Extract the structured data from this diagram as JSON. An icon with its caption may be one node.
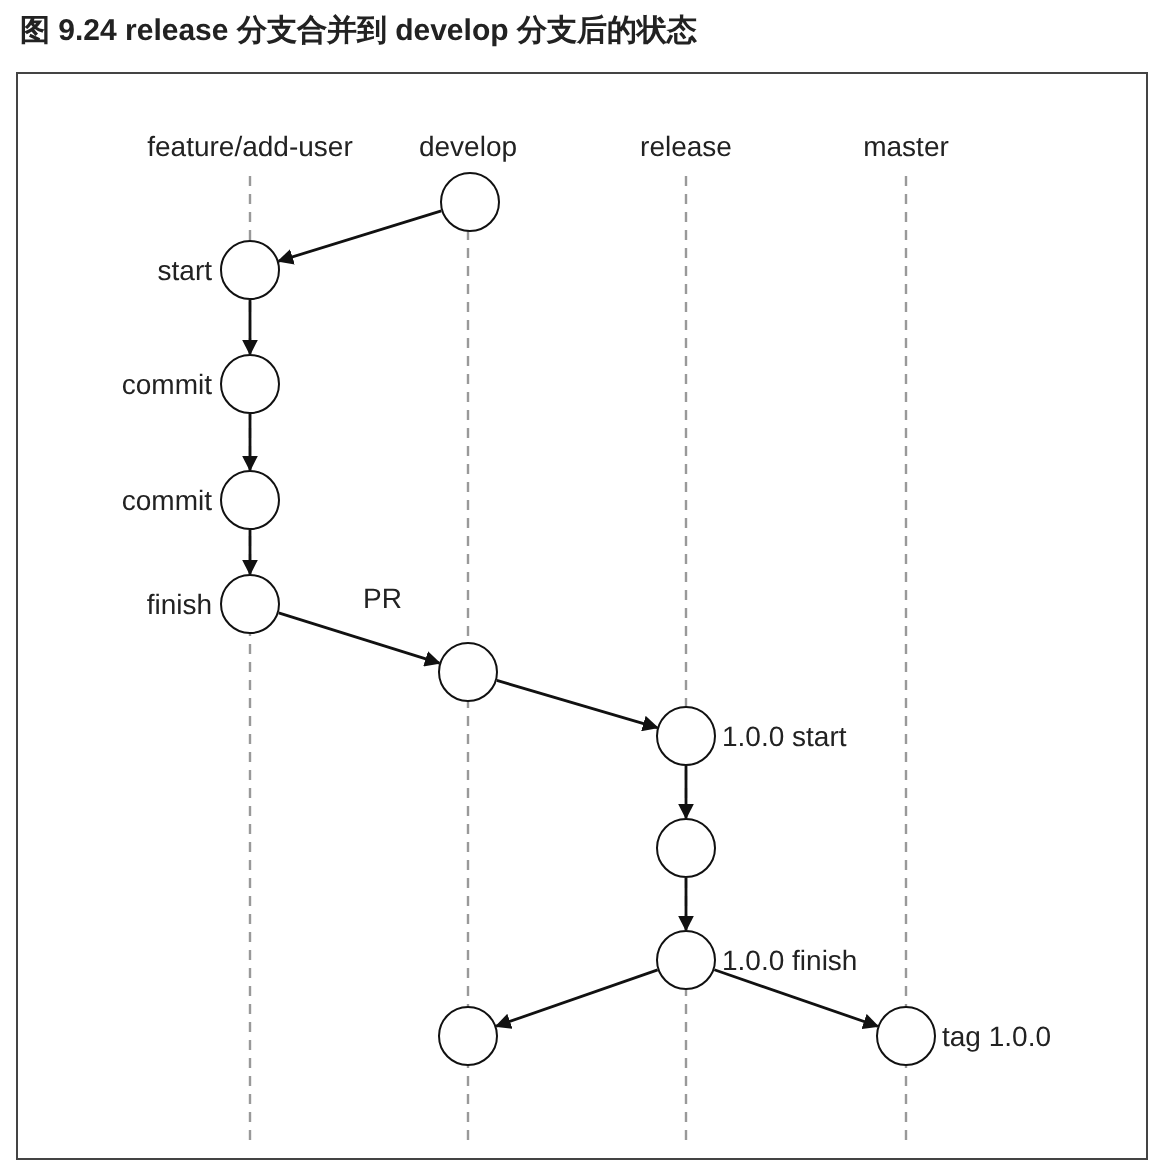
{
  "diagram": {
    "title": "图 9.24 release 分支合并到 develop 分支后的状态",
    "nodes": [
      {
        "text": [],
        "shape": "circle"
      },
      {
        "text": [],
        "shape": "circle",
        "beside": [
          "start"
        ]
      },
      {
        "text": [],
        "shape": "circle",
        "beside": [
          "commit"
        ]
      },
      {
        "text": [],
        "shape": "circle",
        "beside": [
          "commit"
        ]
      },
      {
        "text": [],
        "shape": "circle",
        "beside": [
          "finish"
        ]
      },
      {
        "text": [],
        "shape": "circle"
      },
      {
        "text": [],
        "shape": "circle",
        "beside": [
          "1.0.0 start"
        ]
      },
      {
        "text": [],
        "shape": "circle"
      },
      {
        "text": [],
        "shape": "circle",
        "beside": [
          "1.0.0 finish"
        ]
      },
      {
        "text": [],
        "shape": "circle"
      },
      {
        "text": [],
        "shape": "circle",
        "beside": [
          "tag 1.0.0"
        ]
      }
    ],
    "edges": [
      {
        "from": 0,
        "to": 1,
        "arrow": "to"
      },
      {
        "from": 1,
        "to": 2,
        "arrow": "to"
      },
      {
        "from": 2,
        "to": 3,
        "arrow": "to"
      },
      {
        "from": 3,
        "to": 4,
        "arrow": "to"
      },
      {
        "from": 4,
        "to": 5,
        "arrow": "to",
        "label": "PR"
      },
      {
        "from": 5,
        "to": 6,
        "arrow": "to"
      },
      {
        "from": 6,
        "to": 7,
        "arrow": "to"
      },
      {
        "from": 7,
        "to": 8,
        "arrow": "to"
      },
      {
        "from": 8,
        "to": 9,
        "arrow": "to"
      },
      {
        "from": 8,
        "to": 10,
        "arrow": "to"
      }
    ],
    "labels": [
      "feature/add-user",
      "develop",
      "release",
      "master"
    ]
  }
}
